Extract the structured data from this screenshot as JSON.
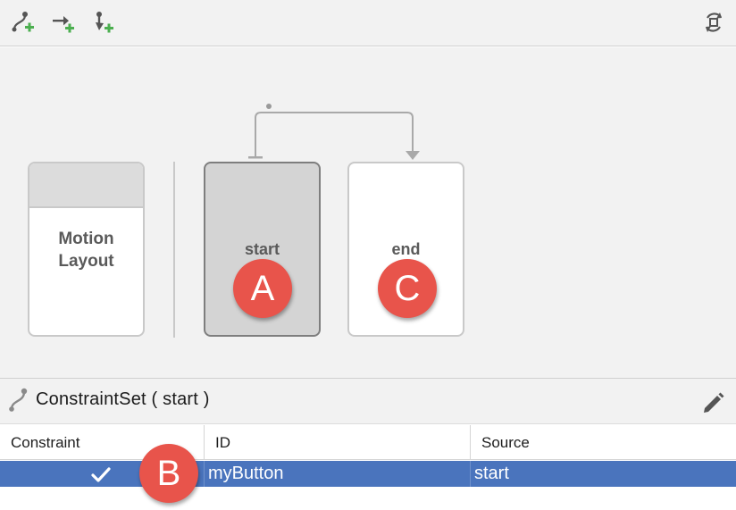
{
  "toolbar": {
    "icons": [
      "create-transition-icon",
      "create-click-handler-icon",
      "create-constraintset-icon"
    ],
    "right_icon": "cycle-sync-icon"
  },
  "canvas": {
    "motion_layout_label_1": "Motion",
    "motion_layout_label_2": "Layout",
    "start_label": "start",
    "end_label": "end"
  },
  "annotations": [
    "A",
    "B",
    "C"
  ],
  "constraint_set": {
    "title": "ConstraintSet ( start )",
    "edit_icon": "pencil-icon"
  },
  "table": {
    "columns": [
      "Constraint",
      "ID",
      "Source"
    ],
    "rows": [
      {
        "constraint": "check-icon",
        "id": "myButton",
        "source": "start"
      }
    ]
  },
  "colors": {
    "selection": "#4a74bd",
    "annotation": "#e8544b",
    "green_plus": "#4caf50"
  }
}
